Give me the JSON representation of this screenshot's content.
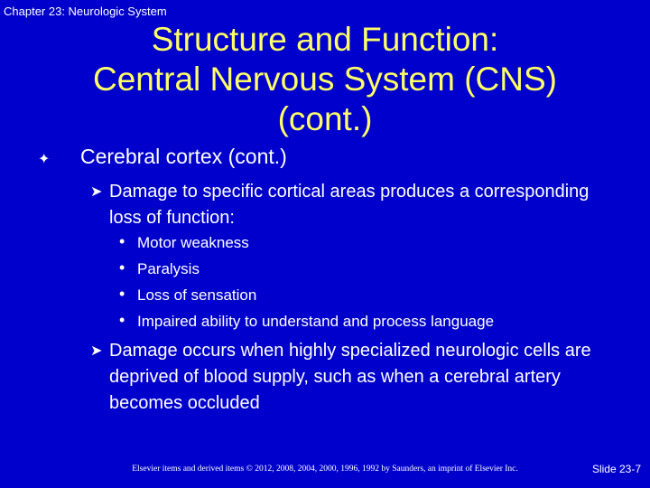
{
  "header": {
    "chapter": "Chapter 23: Neurologic System"
  },
  "slide": {
    "title_lines": [
      "Structure and Function:",
      "Central Nervous System (CNS)",
      "(cont.)"
    ],
    "colors": {
      "background": "#0000cc",
      "title": "#ffff66",
      "text": "#ffffff"
    },
    "bullet": {
      "icon": "bullet-glyph-icon",
      "text": "Cerebral cortex (cont.)",
      "sub_bullets": [
        {
          "icon": "arrowhead-icon",
          "text": "Damage to specific cortical areas produces a corresponding loss of function:",
          "items": [
            {
              "icon": "dot-icon",
              "text": "Motor weakness"
            },
            {
              "icon": "dot-icon",
              "text": "Paralysis"
            },
            {
              "icon": "dot-icon",
              "text": "Loss of sensation"
            },
            {
              "icon": "dot-icon",
              "text": "Impaired ability to understand and process language"
            }
          ]
        },
        {
          "icon": "arrowhead-icon",
          "text": "Damage occurs when highly specialized neurologic cells are deprived of blood supply, such as when a cerebral artery becomes occluded"
        }
      ]
    }
  },
  "footer": {
    "copyright": "Elsevier items and derived items © 2012, 2008, 2004, 2000, 1996, 1992 by Saunders, an imprint of Elsevier Inc.",
    "slide_number": "Slide 23-7"
  }
}
